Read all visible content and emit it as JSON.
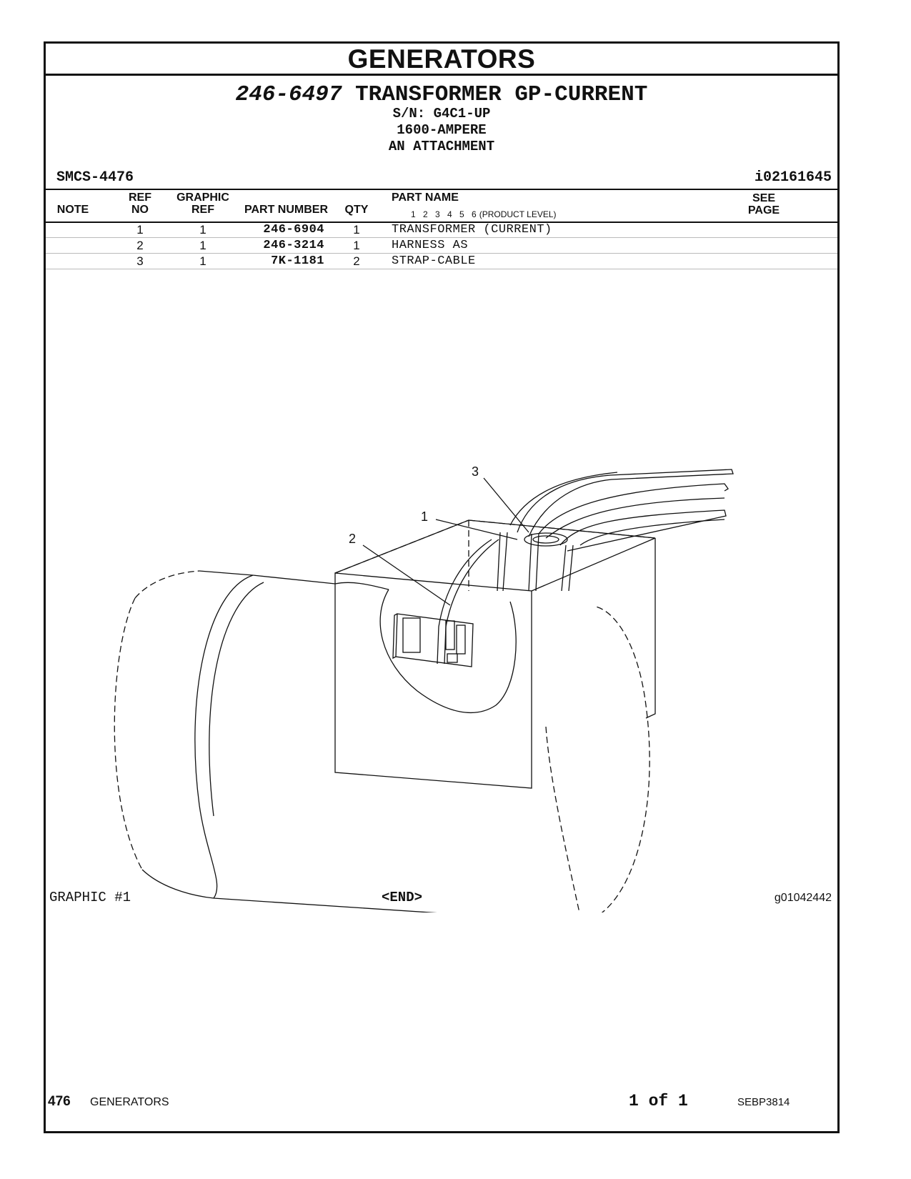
{
  "section": "GENERATORS",
  "group": {
    "part_number": "246-6497",
    "name": "TRANSFORMER GP-CURRENT",
    "serial": "S/N: G4C1-UP",
    "rating": "1600-AMPERE",
    "attachment": "AN ATTACHMENT"
  },
  "smcs": "SMCS-4476",
  "illustration_id": "i02161645",
  "table": {
    "headers": {
      "note": "NOTE",
      "ref_no_1": "REF",
      "ref_no_2": "NO",
      "graphic_ref_1": "GRAPHIC",
      "graphic_ref_2": "REF",
      "part_number": "PART NUMBER",
      "qty": "QTY",
      "part_name": "PART NAME",
      "product_levels": "1 2 3 4 5 6",
      "product_level_label": "(PRODUCT LEVEL)",
      "see_page_1": "SEE",
      "see_page_2": "PAGE"
    },
    "rows": [
      {
        "ref": "1",
        "graphic": "1",
        "part_number": "246-6904",
        "qty": "1",
        "name": "TRANSFORMER (CURRENT)"
      },
      {
        "ref": "2",
        "graphic": "1",
        "part_number": "246-3214",
        "qty": "1",
        "name": "HARNESS AS"
      },
      {
        "ref": "3",
        "graphic": "1",
        "part_number": "7K-1181",
        "qty": "2",
        "name": "STRAP-CABLE"
      }
    ]
  },
  "graphic": {
    "label": "GRAPHIC #1",
    "end": "<END>",
    "id": "g01042442",
    "callouts": [
      "1",
      "2",
      "3"
    ]
  },
  "footer": {
    "page": "476",
    "section": "GENERATORS",
    "pages": "1 of 1",
    "doc": "SEBP3814"
  }
}
